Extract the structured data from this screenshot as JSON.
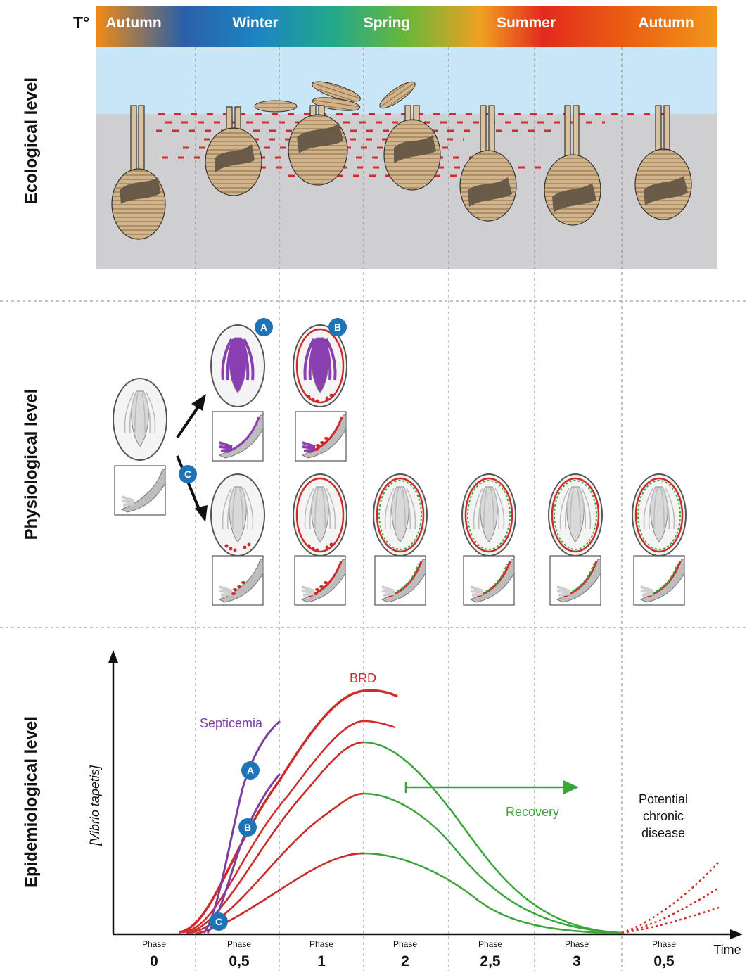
{
  "side_labels": {
    "ecological": "Ecological level",
    "physiological": "Physiological level",
    "epidemiological": "Epidemiological level"
  },
  "temperature_label": "T°",
  "seasons": [
    "Autumn",
    "Winter",
    "Spring",
    "Summer",
    "Autumn"
  ],
  "badges": {
    "a": "A",
    "b": "B",
    "c": "C"
  },
  "curve_labels": {
    "septicemia": "Septicemia",
    "brd": "BRD",
    "recovery": "Recovery",
    "chronic_line1": "Potential",
    "chronic_line2": "chronic",
    "chronic_line3": "disease"
  },
  "axis": {
    "y_label": "[Vibrio tapetis]",
    "x_label": "Time"
  },
  "phase_word": "Phase",
  "phases": [
    "0",
    "0,5",
    "1",
    "2",
    "2,5",
    "3",
    "0,5"
  ],
  "colors": {
    "septicemia": "#7b3fa0",
    "brd": "#d12a2a",
    "recovery": "#3aa63a",
    "badge": "#1f74b8",
    "water": "#c8e6f5",
    "sediment": "#cfcfd1"
  }
}
